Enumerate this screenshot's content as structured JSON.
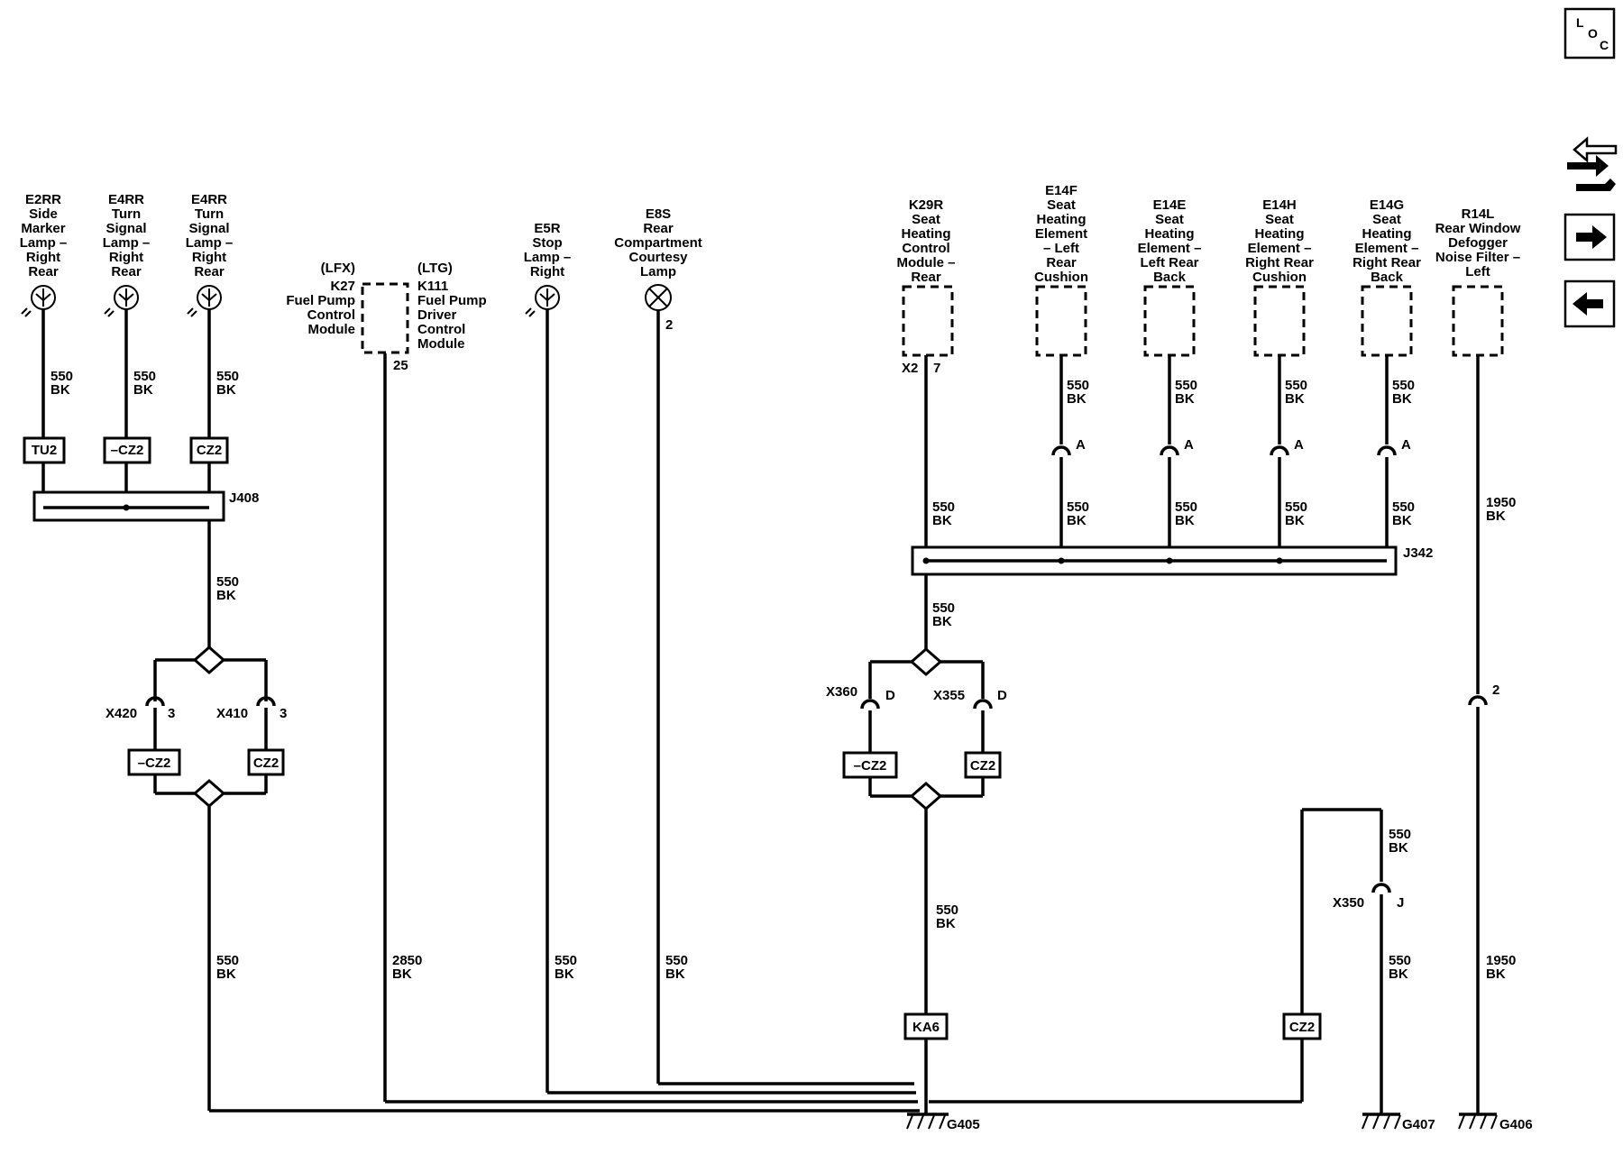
{
  "components": {
    "e2rr": [
      "E2RR",
      "Side",
      "Marker",
      "Lamp –",
      "Right",
      "Rear"
    ],
    "e4rr_a": [
      "E4RR",
      "Turn",
      "Signal",
      "Lamp –",
      "Right",
      "Rear"
    ],
    "e4rr_b": [
      "E4RR",
      "Turn",
      "Signal",
      "Lamp –",
      "Right",
      "Rear"
    ],
    "k27": [
      "(LFX)",
      "K27",
      "Fuel Pump",
      "Control",
      "Module"
    ],
    "k111": [
      "(LTG)",
      "K111",
      "Fuel Pump",
      "Driver",
      "Control",
      "Module"
    ],
    "e5r": [
      "E5R",
      "Stop",
      "Lamp –",
      "Right"
    ],
    "e8s": [
      "E8S",
      "Rear",
      "Compartment",
      "Courtesy",
      "Lamp"
    ],
    "k29r": [
      "K29R",
      "Seat",
      "Heating",
      "Control",
      "Module –",
      "Rear"
    ],
    "e14f": [
      "E14F",
      "Seat",
      "Heating",
      "Element",
      "– Left",
      "Rear",
      "Cushion"
    ],
    "e14e": [
      "E14E",
      "Seat",
      "Heating",
      "Element –",
      "Left Rear",
      "Back"
    ],
    "e14h": [
      "E14H",
      "Seat",
      "Heating",
      "Element –",
      "Right Rear",
      "Cushion"
    ],
    "e14g": [
      "E14G",
      "Seat",
      "Heating",
      "Element –",
      "Right Rear",
      "Back"
    ],
    "r14l": [
      "R14L",
      "Rear Window",
      "Defogger",
      "Noise Filter –",
      "Left"
    ]
  },
  "wires": {
    "w550": [
      "550",
      "BK"
    ],
    "w2850": [
      "2850",
      "BK"
    ],
    "w1950": [
      "1950",
      "BK"
    ]
  },
  "options": {
    "tu2": "TU2",
    "not_cz2": "–CZ2",
    "cz2": "CZ2",
    "ka6": "KA6"
  },
  "splices": {
    "j408": "J408",
    "j342": "J342"
  },
  "connectors": {
    "x420": "X420",
    "x410": "X410",
    "x360": "X360",
    "x355": "X355",
    "x350": "X350",
    "x2": "X2"
  },
  "pins": {
    "p2": "2",
    "p3": "3",
    "p7": "7",
    "p25": "25",
    "pA": "A",
    "pD": "D",
    "pJ": "J"
  },
  "grounds": {
    "g405": "G405",
    "g406": "G406",
    "g407": "G407"
  },
  "nav": {
    "loc_l": "L",
    "loc_o": "O",
    "loc_c": "C"
  }
}
